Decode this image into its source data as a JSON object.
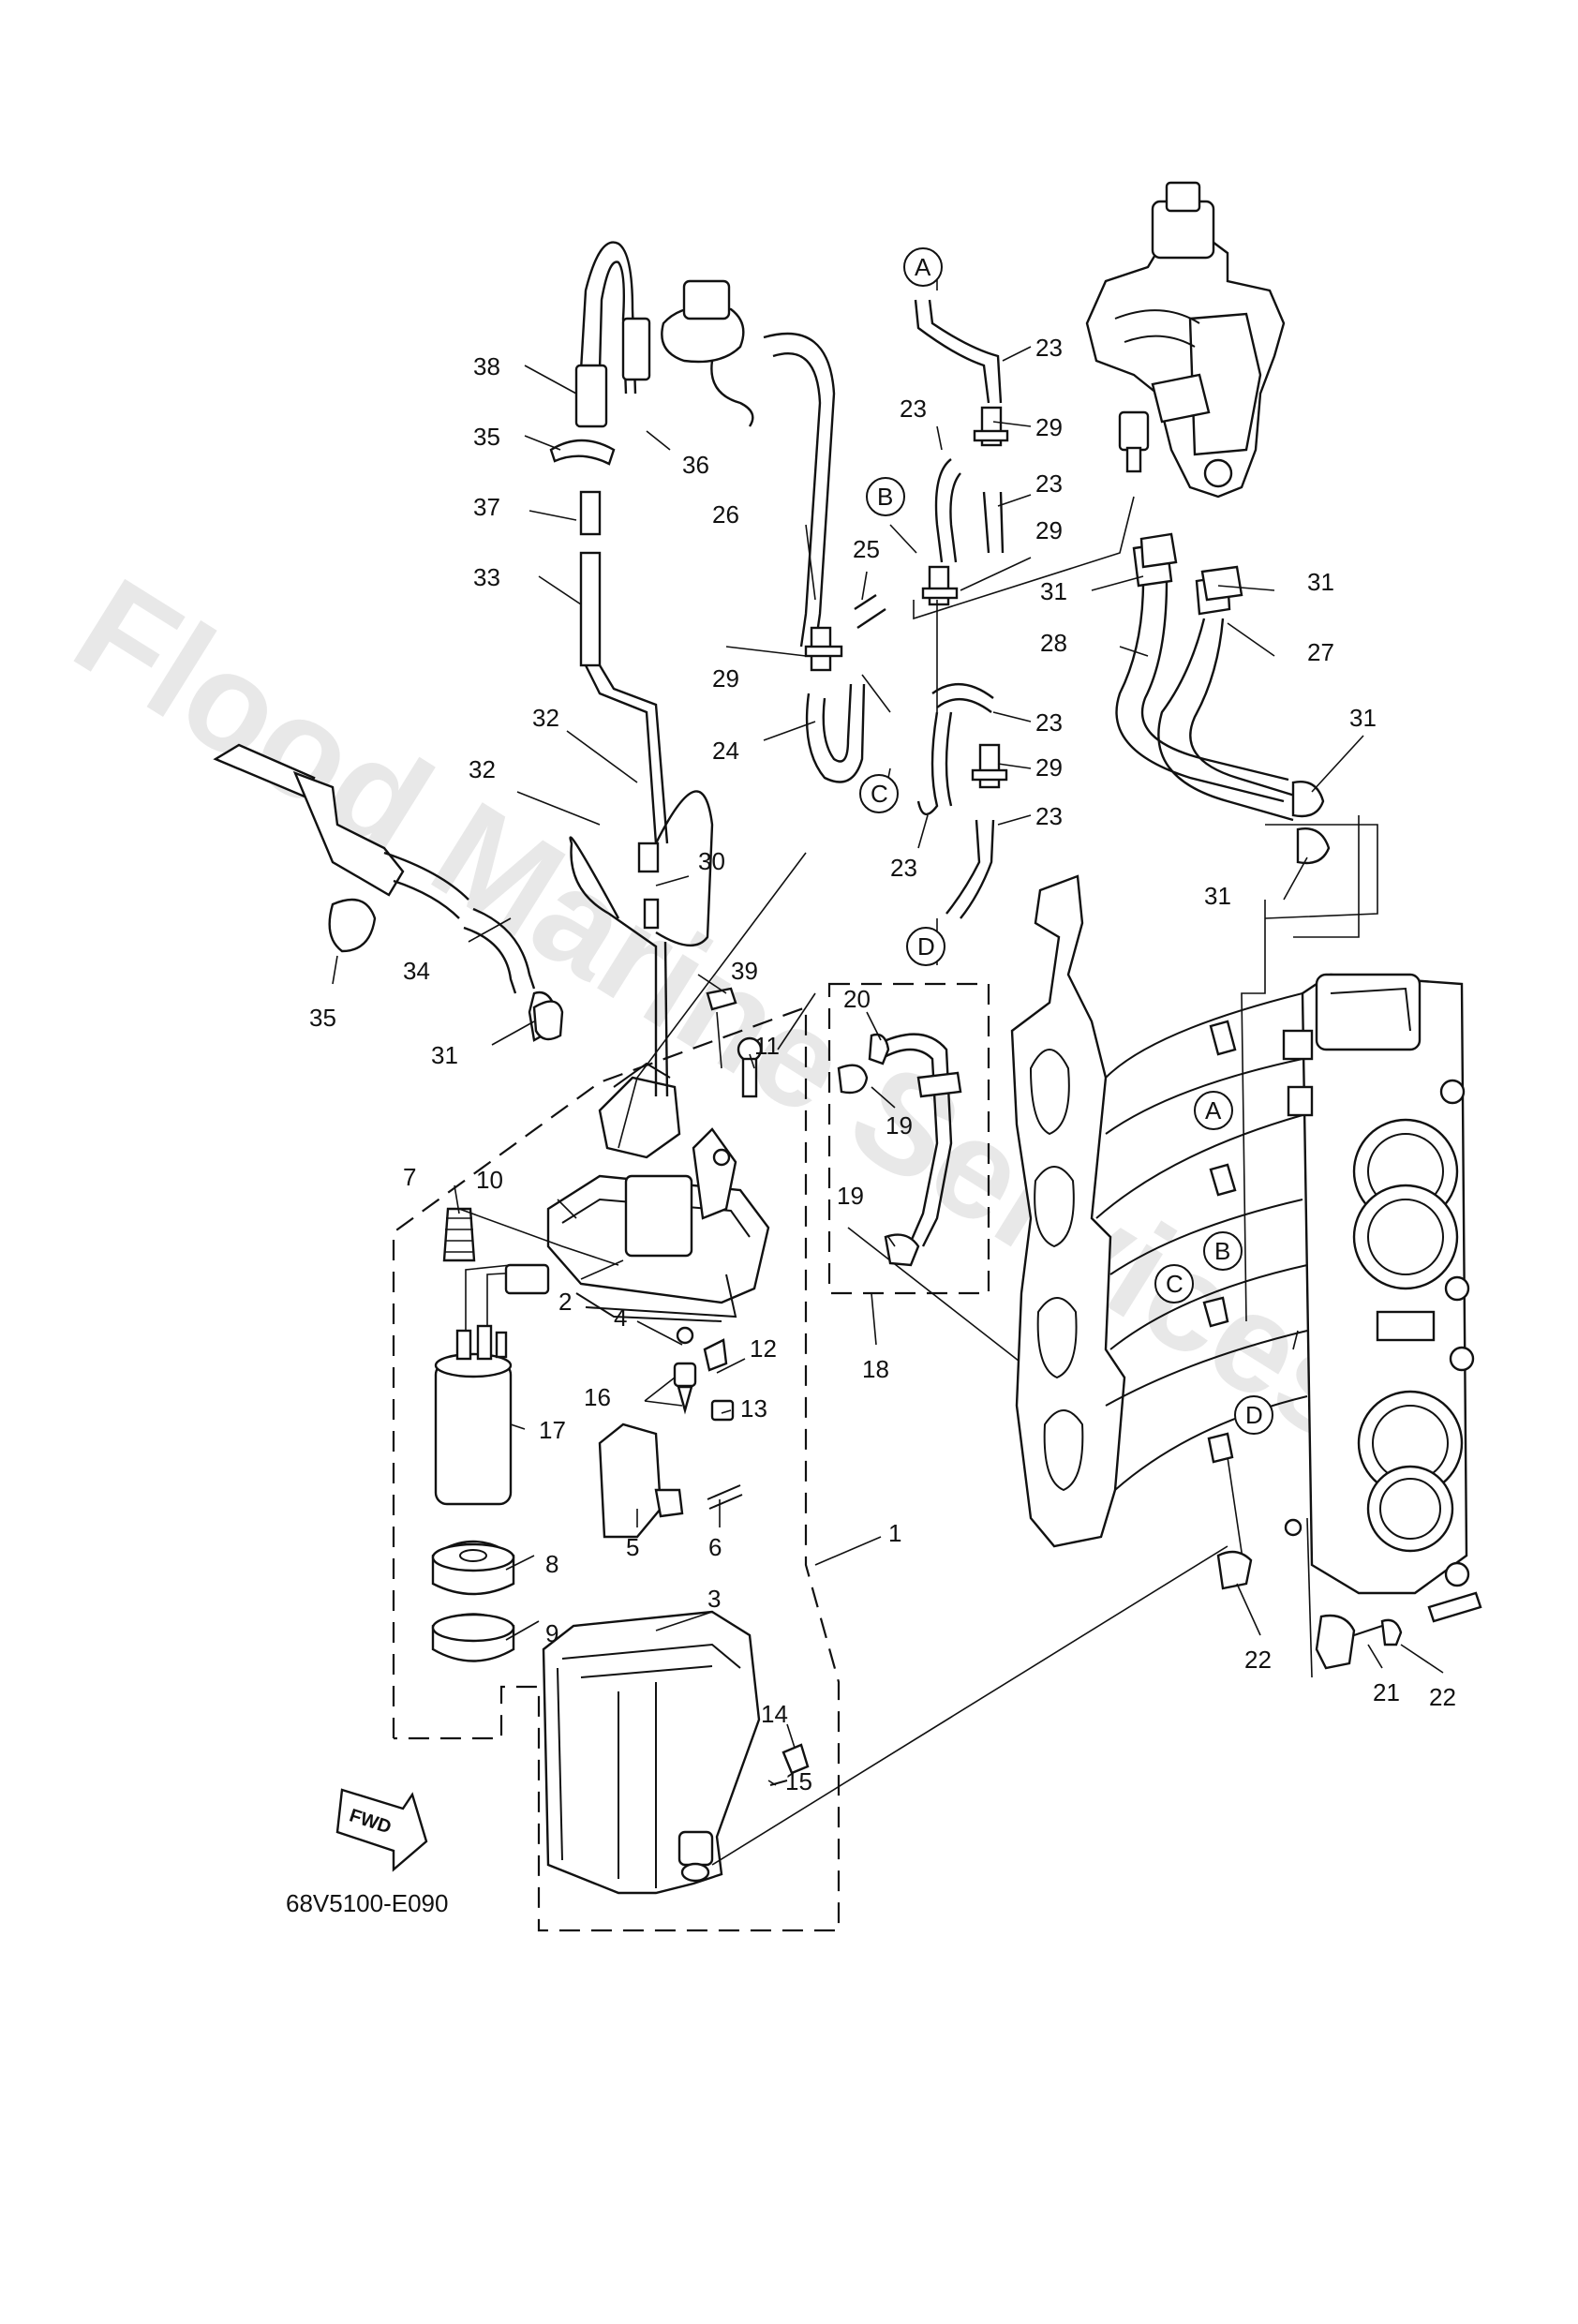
{
  "diagram": {
    "part_code": "68V5100-E090",
    "fwd_label": "FWD",
    "watermark": "Flood Marine Services",
    "part_callouts": [
      "1",
      "2",
      "3",
      "4",
      "5",
      "6",
      "7",
      "8",
      "9",
      "10",
      "11",
      "12",
      "13",
      "14",
      "15",
      "16",
      "17",
      "18",
      "19",
      "19",
      "20",
      "21",
      "22",
      "22",
      "23",
      "23",
      "23",
      "23",
      "23",
      "23",
      "24",
      "25",
      "26",
      "27",
      "28",
      "29",
      "29",
      "29",
      "29",
      "30",
      "31",
      "31",
      "31",
      "31",
      "31",
      "32",
      "32",
      "33",
      "34",
      "35",
      "35",
      "36",
      "37",
      "38",
      "39"
    ],
    "connector_letters": [
      "A",
      "B",
      "C",
      "D",
      "A",
      "B",
      "C",
      "D"
    ]
  }
}
